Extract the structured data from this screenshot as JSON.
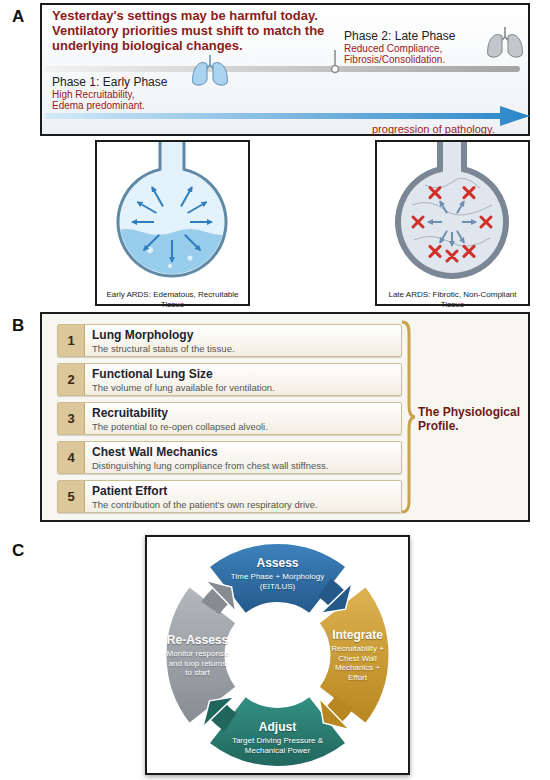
{
  "diagram": {
    "nodes": [
      {
        "text": [
          "A",
          "Yesterday's settings may be harmful today. Ventilatory priorities must shift to match the underlying biological changes.",
          "Phase 1: Early Phase",
          "High Recruitability, Edema predominant.",
          "Phase 2: Late Phase",
          "Reduced Compliance, Fibrosis/Consolidation.",
          "progression of pathology."
        ]
      },
      {
        "text": [
          "Early ARDS: Edematous, Recruitable Tissue"
        ]
      },
      {
        "text": [
          "Late ARDS: Fibrotic, Non-Compliant Tissue"
        ]
      },
      {
        "text": [
          "B",
          "The Physiological Profile."
        ]
      },
      {
        "text": [
          "1",
          "Lung Morphology",
          "The structural status of the tissue."
        ],
        "in": 3
      },
      {
        "text": [
          "2",
          "Functional Lung Size",
          "The volume of lung available for ventilation."
        ],
        "in": 3
      },
      {
        "text": [
          "3",
          "Recruitability",
          "The potential to re-open collapsed alveoli."
        ],
        "in": 3
      },
      {
        "text": [
          "4",
          "Chest Wall Mechanics",
          "Distinguishing lung compliance from chest wall stiffness."
        ],
        "in": 3
      },
      {
        "text": [
          "5",
          "Patient Effort",
          "The contribution of the patient's own respiratory drive."
        ],
        "in": 3
      },
      {
        "text": [
          "C"
        ]
      },
      {
        "text": [
          "Assess",
          "Time Phase + Morphology (EIT/LUS)"
        ],
        "in": 9
      },
      {
        "text": [
          "Integrate",
          "Recruitability + Chest Wall Mechanics + Effort"
        ],
        "in": 9
      },
      {
        "text": [
          "Adjust",
          "Target Driving Pressure & Mechanical Power"
        ],
        "in": 9
      },
      {
        "text": [
          "Re-Assess",
          "Monitor response and loop returns to start"
        ],
        "in": 9
      }
    ],
    "edges": [
      {
        "from": 10,
        "to": 11,
        "arrow": "to"
      },
      {
        "from": 11,
        "to": 12,
        "arrow": "to"
      },
      {
        "from": 12,
        "to": 13,
        "arrow": "to"
      },
      {
        "from": 13,
        "to": 10,
        "arrow": "to"
      }
    ]
  }
}
